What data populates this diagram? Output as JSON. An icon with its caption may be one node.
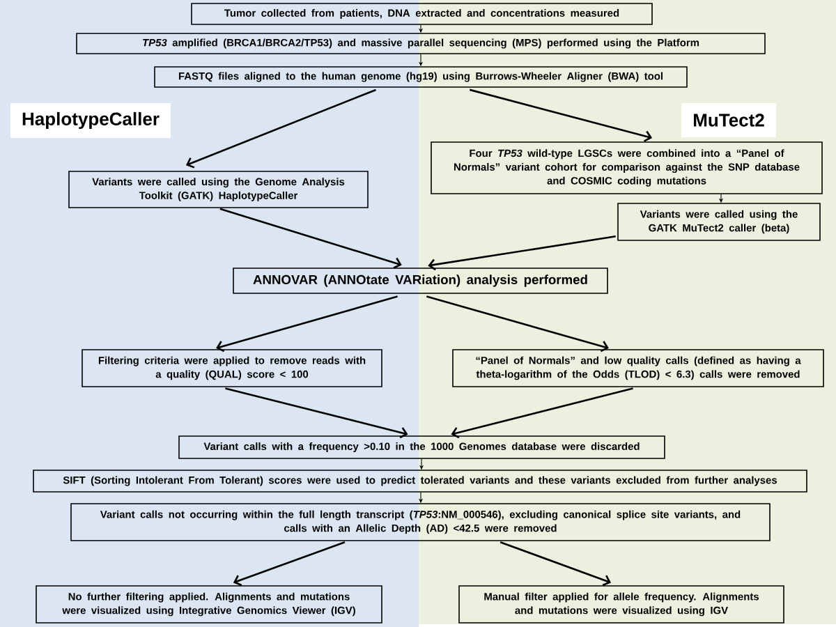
{
  "diagram": {
    "nodes": [
      {
        "text": [
          "Tumor collected from patients, DNA extracted and concentrations measured"
        ]
      },
      {
        "text": [
          "*TP53* amplified (BRCA1/BRCA2/TP53) and massive parallel sequencing (MPS) performed using the Platform"
        ]
      },
      {
        "text": [
          "FASTQ files aligned to the human genome (hg19) using Burrows-Wheeler Aligner (BWA) tool"
        ]
      },
      {
        "text": [
          "HaplotypeCaller"
        ]
      },
      {
        "text": [
          "MuTect2"
        ]
      },
      {
        "text": [
          "Variants were called using the Genome Analysis Toolkit (GATK) HaplotypeCaller"
        ]
      },
      {
        "text": [
          "Four *TP53* wild-type LGSCs were combined into a “Panel of Normals” variant cohort for comparison against the SNP database and COSMIC coding mutations"
        ]
      },
      {
        "text": [
          "Variants were called using the GATK MuTect2 caller (beta)"
        ]
      },
      {
        "text": [
          "ANNOVAR (ANNOtate VARiation) analysis performed"
        ]
      },
      {
        "text": [
          "Filtering criteria were applied to remove reads with a quality (QUAL) score < 100"
        ]
      },
      {
        "text": [
          "“Panel of Normals” and low quality calls (defined as having a theta-logarithm of the Odds (TLOD) < 6.3) calls were removed"
        ]
      },
      {
        "text": [
          "Variant calls with a frequency >0.10 in the 1000 Genomes database were discarded"
        ]
      },
      {
        "text": [
          "SIFT (Sorting Intolerant From Tolerant) scores were used to predict tolerated variants and these variants excluded from further analyses"
        ]
      },
      {
        "text": [
          "Variant calls not occurring within the full length transcript (*TP53*:NM_000546), excluding canonical splice site variants, and calls with an Allelic Depth (AD) <42.5 were removed"
        ]
      },
      {
        "text": [
          "No further filtering applied. Alignments and mutations were visualized using Integrative Genomics Viewer (IGV)"
        ]
      },
      {
        "text": [
          "Manual filter applied for allele frequency. Alignments and mutations were visualized using IGV"
        ]
      }
    ],
    "edges": [
      {
        "from": 0,
        "to": 1,
        "arrow": "to"
      },
      {
        "from": 1,
        "to": 2,
        "arrow": "to"
      },
      {
        "from": 2,
        "to": 5,
        "arrow": "to"
      },
      {
        "from": 2,
        "to": 6,
        "arrow": "to"
      },
      {
        "from": 6,
        "to": 7,
        "arrow": "to"
      },
      {
        "from": 5,
        "to": 8,
        "arrow": "to"
      },
      {
        "from": 7,
        "to": 8,
        "arrow": "to"
      },
      {
        "from": 8,
        "to": 9,
        "arrow": "to"
      },
      {
        "from": 8,
        "to": 10,
        "arrow": "to"
      },
      {
        "from": 9,
        "to": 11,
        "arrow": "to"
      },
      {
        "from": 10,
        "to": 11,
        "arrow": "to"
      },
      {
        "from": 11,
        "to": 12,
        "arrow": "to"
      },
      {
        "from": 12,
        "to": 13,
        "arrow": "to"
      },
      {
        "from": 13,
        "to": 14,
        "arrow": "to"
      },
      {
        "from": 13,
        "to": 15,
        "arrow": "to"
      }
    ]
  }
}
